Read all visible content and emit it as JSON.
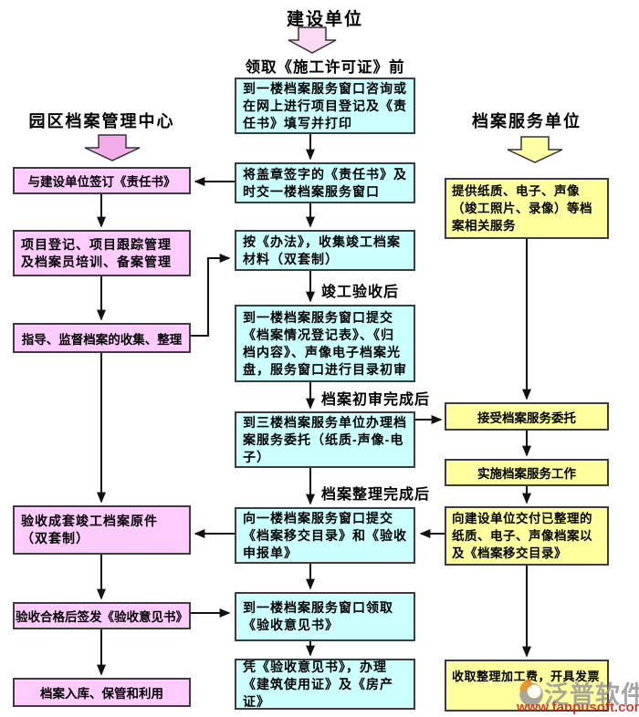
{
  "titles": {
    "top": "建设单位",
    "left": "园区档案管理中心",
    "right": "档案服务单位"
  },
  "edge_labels": {
    "before_permit": "领取《施工许可证》前",
    "after_acceptance": "竣工验收后",
    "after_initial_review": "档案初审完成后",
    "after_organizing": "档案整理完成后"
  },
  "center_boxes": [
    "到一楼档案服务窗口咨询或在网上进行项目登记及《责任书》填写并打印",
    "将盖章签字的《责任书》及时交一楼档案服务窗口",
    "按《办法》，收集竣工档案材料（双套制）",
    "到一楼档案服务窗口提交《档案情况登记表》、《归档内容》、声像电子档案光盘，服务窗口进行目录初审",
    "到三楼档案服务单位办理档案服务委托（纸质-声像-电子）",
    "向一楼档案服务窗口提交《档案移交目录》和《验收申报单》",
    "到一楼档案服务窗口领取《验收意见书》",
    "凭《验收意见书》，办理《建筑使用证》及《房产证》"
  ],
  "left_boxes": [
    "与建设单位签订《责任书》",
    "项目登记、项目跟踪管理及档案员培训、备案管理",
    "指导、监督档案的收集、整理",
    "验收成套竣工档案原件（双套制）",
    "验收合格后签发《验收意见书》",
    "档案入库、保管和利用"
  ],
  "right_boxes": [
    "提供纸质、电子、声像（竣工照片、录像）等档案相关服务",
    "接受档案服务委托",
    "实施档案服务工作",
    "向建设单位交付已整理的纸质、电子、声像档案以及《档案移交目录》",
    "收取整理加工费，开具发票"
  ],
  "watermark": {
    "brand": "泛普软件",
    "url": "www.fanpusoft.com"
  },
  "colors": {
    "center_box_fill": "#CCFFFF",
    "left_box_fill": "#FFCCFF",
    "right_box_fill": "#FFFF9E",
    "box_border": "#3D3D3D",
    "connector": "#111111",
    "block_arrow_pink": "#F2ACE9",
    "block_arrow_pink_light": "#FBD9F1",
    "block_arrow_yellow": "#FFFFA6",
    "watermark_gray": "#9A9A9A",
    "watermark_red": "#C5231F",
    "watermark_orange": "#E8871E"
  }
}
